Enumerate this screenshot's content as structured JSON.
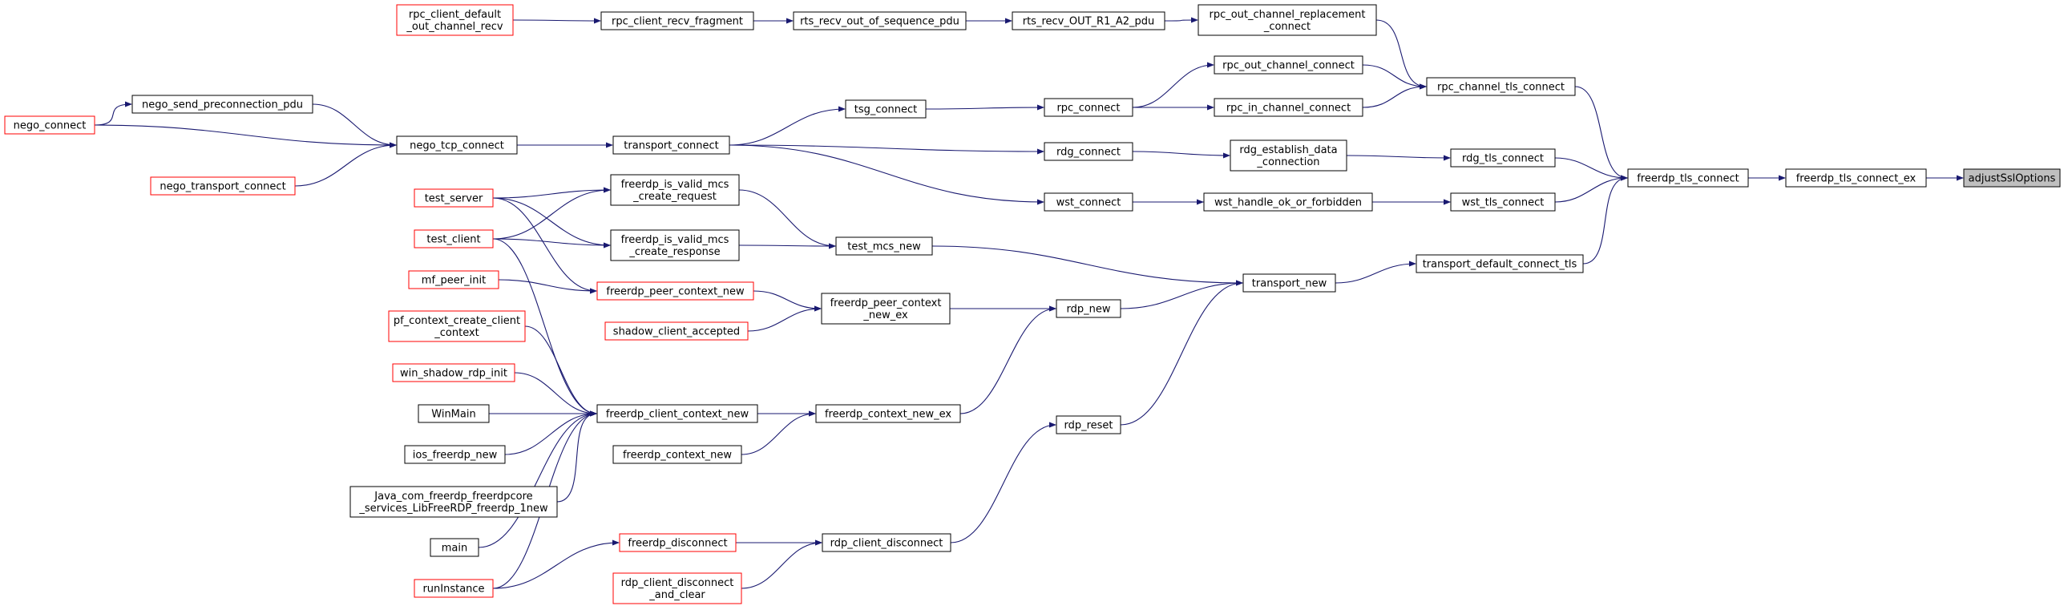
{
  "graph": {
    "style": {
      "edge_color": "#191970",
      "node_fill": "#ffffff",
      "node_border_default": "#000000",
      "node_border_truncated": "#ff0000",
      "root_fill": "#bfbfbf",
      "root_border": "#000000"
    },
    "nodes": {
      "adjustSslOptions": {
        "lines": [
          "adjustSslOptions"
        ],
        "style": "root"
      },
      "freerdp_tls_connect_ex": {
        "lines": [
          "freerdp_tls_connect_ex"
        ],
        "style": "normal"
      },
      "freerdp_tls_connect": {
        "lines": [
          "freerdp_tls_connect"
        ],
        "style": "normal"
      },
      "rpc_channel_tls_connect": {
        "lines": [
          "rpc_channel_tls_connect"
        ],
        "style": "normal"
      },
      "rdg_tls_connect": {
        "lines": [
          "rdg_tls_connect"
        ],
        "style": "normal"
      },
      "wst_tls_connect": {
        "lines": [
          "wst_tls_connect"
        ],
        "style": "normal"
      },
      "transport_default_connect_tls": {
        "lines": [
          "transport_default_connect_tls"
        ],
        "style": "normal"
      },
      "rpc_out_channel_replacement_connect": {
        "lines": [
          "rpc_out_channel_replacement",
          "_connect"
        ],
        "style": "normal"
      },
      "rpc_out_channel_connect": {
        "lines": [
          "rpc_out_channel_connect"
        ],
        "style": "normal"
      },
      "rpc_in_channel_connect": {
        "lines": [
          "rpc_in_channel_connect"
        ],
        "style": "normal"
      },
      "rdg_establish_data_connection": {
        "lines": [
          "rdg_establish_data",
          "_connection"
        ],
        "style": "normal"
      },
      "wst_handle_ok_or_forbidden": {
        "lines": [
          "wst_handle_ok_or_forbidden"
        ],
        "style": "normal"
      },
      "transport_new": {
        "lines": [
          "transport_new"
        ],
        "style": "normal"
      },
      "rts_recv_OUT_R1_A2_pdu": {
        "lines": [
          "rts_recv_OUT_R1_A2_pdu"
        ],
        "style": "normal"
      },
      "rpc_connect": {
        "lines": [
          "rpc_connect"
        ],
        "style": "normal"
      },
      "rdg_connect": {
        "lines": [
          "rdg_connect"
        ],
        "style": "normal"
      },
      "wst_connect": {
        "lines": [
          "wst_connect"
        ],
        "style": "normal"
      },
      "rdp_new": {
        "lines": [
          "rdp_new"
        ],
        "style": "normal"
      },
      "rdp_reset": {
        "lines": [
          "rdp_reset"
        ],
        "style": "normal"
      },
      "rts_recv_out_of_sequence_pdu": {
        "lines": [
          "rts_recv_out_of_sequence_pdu"
        ],
        "style": "normal"
      },
      "tsg_connect": {
        "lines": [
          "tsg_connect"
        ],
        "style": "normal"
      },
      "test_mcs_new": {
        "lines": [
          "test_mcs_new"
        ],
        "style": "normal"
      },
      "freerdp_peer_context_new_ex": {
        "lines": [
          "freerdp_peer_context",
          "_new_ex"
        ],
        "style": "normal"
      },
      "freerdp_context_new_ex": {
        "lines": [
          "freerdp_context_new_ex"
        ],
        "style": "normal"
      },
      "rdp_client_disconnect": {
        "lines": [
          "rdp_client_disconnect"
        ],
        "style": "normal"
      },
      "rpc_client_recv_fragment": {
        "lines": [
          "rpc_client_recv_fragment"
        ],
        "style": "normal"
      },
      "transport_connect": {
        "lines": [
          "transport_connect"
        ],
        "style": "normal"
      },
      "freerdp_is_valid_mcs_create_request": {
        "lines": [
          "freerdp_is_valid_mcs",
          "_create_request"
        ],
        "style": "normal"
      },
      "freerdp_is_valid_mcs_create_response": {
        "lines": [
          "freerdp_is_valid_mcs",
          "_create_response"
        ],
        "style": "normal"
      },
      "freerdp_peer_context_new": {
        "lines": [
          "freerdp_peer_context_new"
        ],
        "style": "truncated"
      },
      "shadow_client_accepted": {
        "lines": [
          "shadow_client_accepted"
        ],
        "style": "truncated"
      },
      "freerdp_client_context_new": {
        "lines": [
          "freerdp_client_context_new"
        ],
        "style": "normal"
      },
      "freerdp_context_new": {
        "lines": [
          "freerdp_context_new"
        ],
        "style": "normal"
      },
      "freerdp_disconnect": {
        "lines": [
          "freerdp_disconnect"
        ],
        "style": "truncated"
      },
      "rdp_client_disconnect_and_clear": {
        "lines": [
          "rdp_client_disconnect",
          "_and_clear"
        ],
        "style": "truncated"
      },
      "rpc_client_default_out_channel_recv": {
        "lines": [
          "rpc_client_default",
          "_out_channel_recv"
        ],
        "style": "truncated"
      },
      "nego_tcp_connect": {
        "lines": [
          "nego_tcp_connect"
        ],
        "style": "normal"
      },
      "test_server": {
        "lines": [
          "test_server"
        ],
        "style": "truncated"
      },
      "test_client": {
        "lines": [
          "test_client"
        ],
        "style": "truncated"
      },
      "mf_peer_init": {
        "lines": [
          "mf_peer_init"
        ],
        "style": "truncated"
      },
      "pf_context_create_client_context": {
        "lines": [
          "pf_context_create_client",
          "_context"
        ],
        "style": "truncated"
      },
      "win_shadow_rdp_init": {
        "lines": [
          "win_shadow_rdp_init"
        ],
        "style": "truncated"
      },
      "WinMain": {
        "lines": [
          "WinMain"
        ],
        "style": "normal"
      },
      "ios_freerdp_new": {
        "lines": [
          "ios_freerdp_new"
        ],
        "style": "normal"
      },
      "Java_com_freerdp_freerdpcore_services_LibFreeRDP_freerdp_1new": {
        "lines": [
          "Java_com_freerdp_freerdpcore",
          "_services_LibFreeRDP_freerdp_1new"
        ],
        "style": "normal"
      },
      "main": {
        "lines": [
          "main"
        ],
        "style": "normal"
      },
      "runInstance": {
        "lines": [
          "runInstance"
        ],
        "style": "truncated"
      },
      "nego_send_preconnection_pdu": {
        "lines": [
          "nego_send_preconnection_pdu"
        ],
        "style": "normal"
      },
      "nego_connect": {
        "lines": [
          "nego_connect"
        ],
        "style": "truncated"
      },
      "nego_transport_connect": {
        "lines": [
          "nego_transport_connect"
        ],
        "style": "truncated"
      }
    }
  }
}
